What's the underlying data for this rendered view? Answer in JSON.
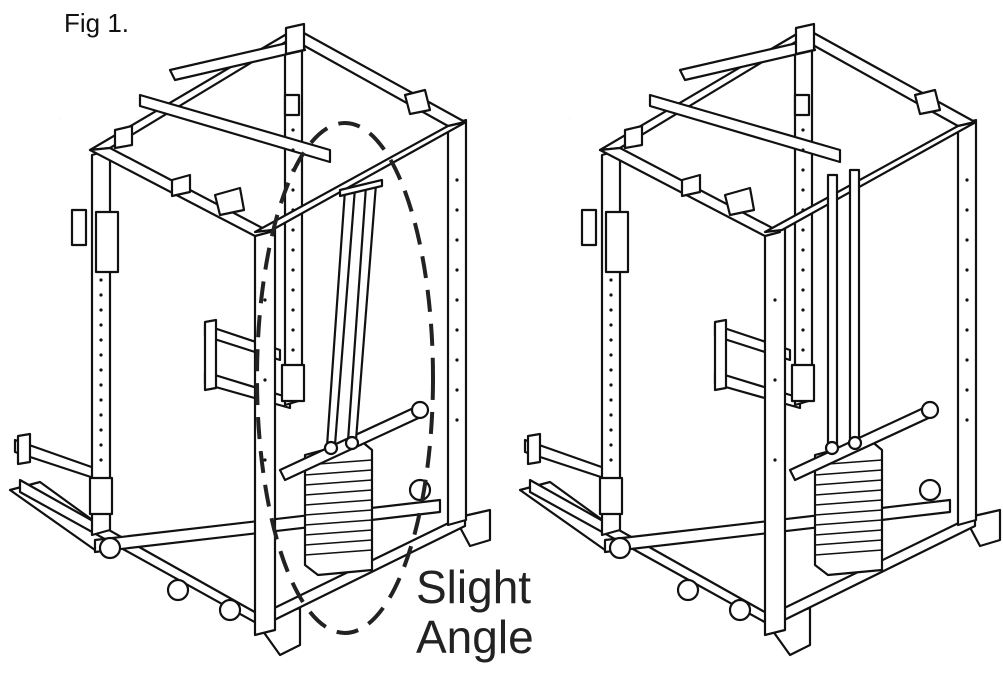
{
  "figure_label": "Fig 1.",
  "callout": {
    "line1": "Slight",
    "line2": "Angle"
  },
  "colors": {
    "line": "#111111",
    "background": "#ffffff"
  },
  "panels": [
    "rack-with-angled-guide-rods",
    "rack-with-vertical-guide-rods"
  ]
}
